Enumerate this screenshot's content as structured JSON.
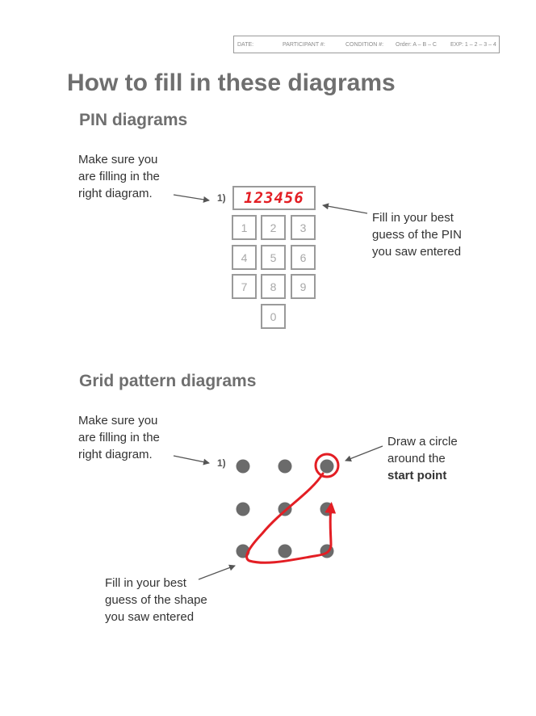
{
  "header": {
    "date_label": "DATE:",
    "participant_label": "PARTICIPANT #:",
    "condition_label": "CONDITION #:",
    "order_label": "Order:  A – B – C",
    "exp_label": "EXP: 1 – 2 – 3 – 4"
  },
  "title": "How to fill in these diagrams",
  "pin_section": {
    "heading": "PIN diagrams",
    "instruction": [
      "Make sure you",
      "are filling in the",
      "right diagram."
    ],
    "diagram_label": "1)",
    "pin_value": "123456",
    "keys": [
      "1",
      "2",
      "3",
      "4",
      "5",
      "6",
      "7",
      "8",
      "9",
      "0"
    ],
    "callout": [
      "Fill in your best",
      "guess of the PIN",
      "you saw entered"
    ]
  },
  "grid_section": {
    "heading": "Grid pattern diagrams",
    "instruction": [
      "Make sure you",
      "are filling in the",
      "right diagram."
    ],
    "diagram_label": "1)",
    "start_callout": [
      "Draw a circle",
      "around the"
    ],
    "start_callout_bold": "start point",
    "shape_callout": [
      "Fill in your best",
      "guess of the shape",
      "you saw entered"
    ]
  },
  "colors": {
    "accent": "#e31e24",
    "dot": "#6b6b6b",
    "heading": "#6f6f6f"
  }
}
